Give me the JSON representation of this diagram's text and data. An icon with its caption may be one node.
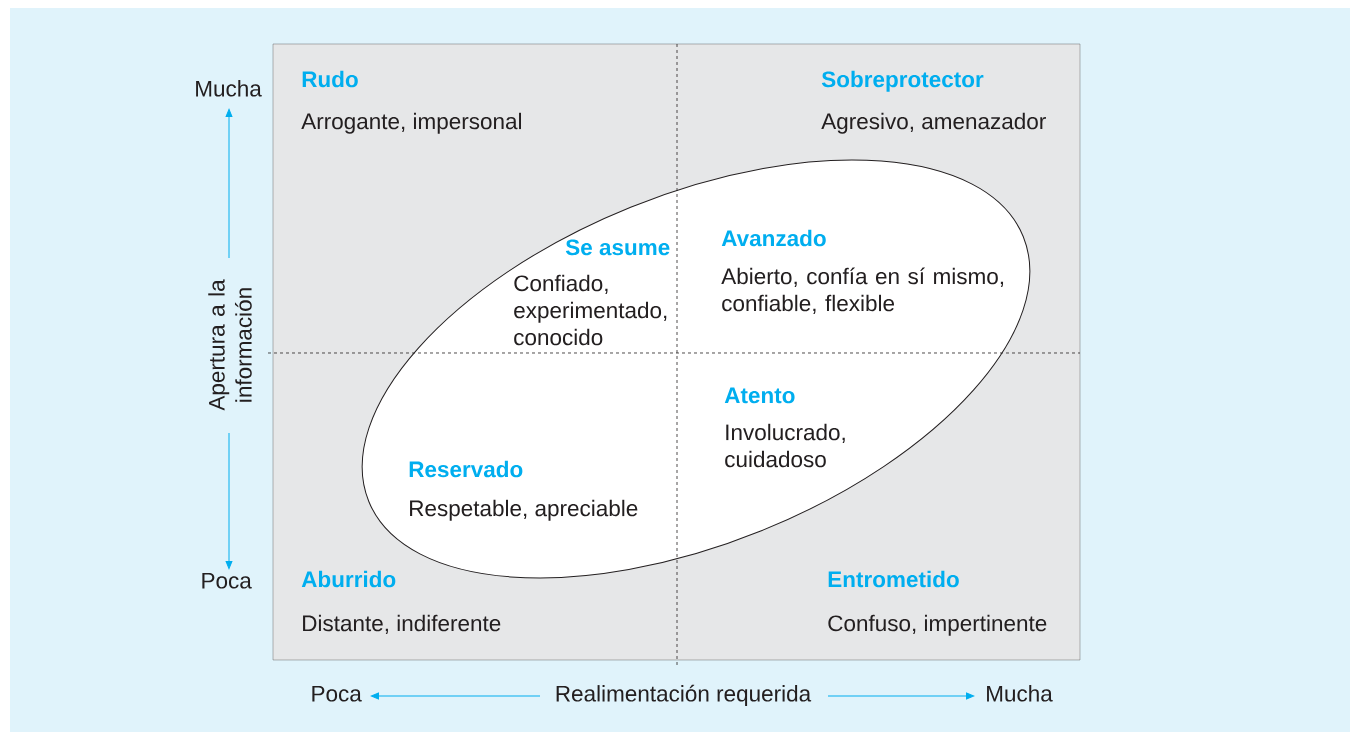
{
  "diagram": {
    "nodes": [
      {
        "text": [],
        "shape": "box"
      },
      {
        "text": [],
        "shape": "ellipse",
        "in": 0
      }
    ],
    "labels": [
      "Mucha",
      "Rudo",
      "Arrogante, impersonal",
      "Sobreprotector",
      "Agresivo, amenazador",
      "Se asume",
      "Avanzado",
      "Confiado, experimentado, conocido",
      "Abierto, confía en sí mismo, confiable, flexible",
      "Apertura a la información",
      "Atento",
      "Involucrado, cuidadoso",
      "Reservado",
      "Respetable, apreciable",
      "Poca",
      "Aburrido",
      "Entrometido",
      "Distante, indiferente",
      "Confuso, impertinente",
      "Poca",
      "Realimentación requerida",
      "Mucha"
    ]
  }
}
